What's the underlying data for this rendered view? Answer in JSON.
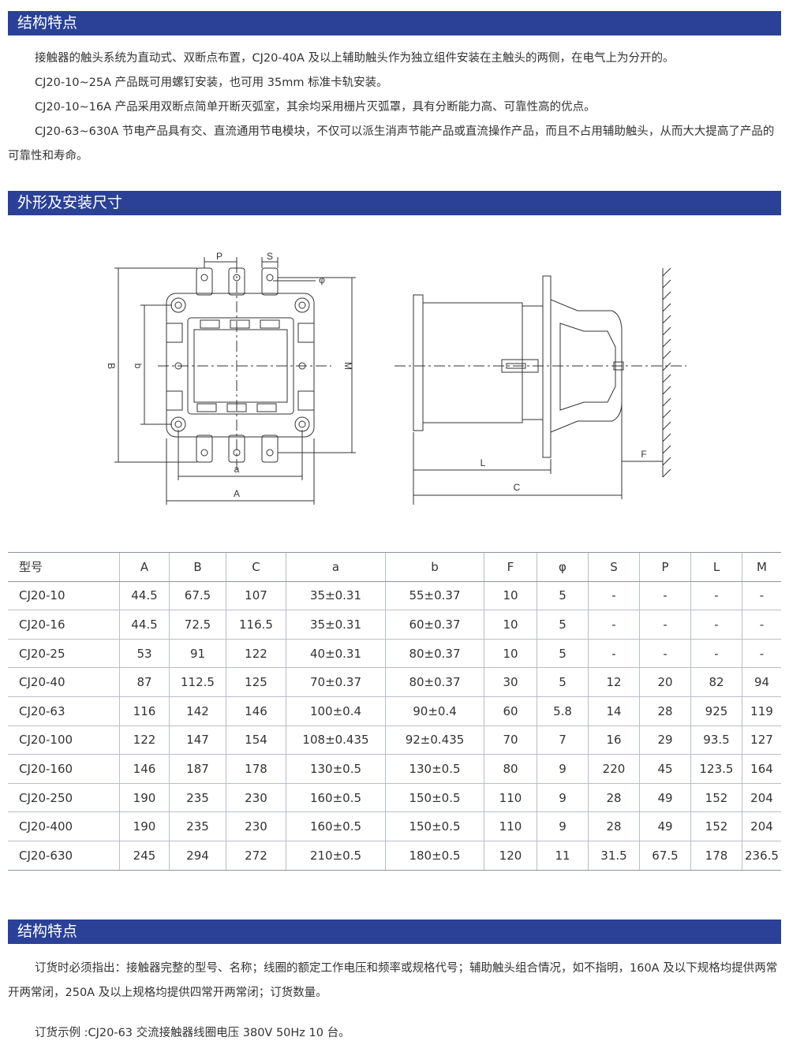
{
  "section1": {
    "title": "结构特点",
    "paragraphs": [
      "接触器的触头系统为直动式、双断点布置，CJ20-40A 及以上辅助触头作为独立组件安装在主触头的两侧，在电气上为分开的。",
      "CJ20-10~25A 产品既可用螺钉安装，也可用 35mm 标准卡轨安装。",
      "CJ20-10~16A 产品采用双断点简单开断灭弧室，其余均采用栅片灭弧罩，具有分断能力高、可靠性高的优点。",
      "CJ20-63~630A 节电产品具有交、直流通用节电模块，不仅可以派生消声节能产品或直流操作产品，而且不占用辅助触头，从而大大提高了产品的可靠性和寿命。"
    ]
  },
  "section2": {
    "title": "外形及安装尺寸"
  },
  "drawing": {
    "front": {
      "label_P": "P",
      "label_S": "S",
      "label_phi": "φ",
      "label_B": "B",
      "label_b": "b",
      "label_M": "M",
      "label_a": "a",
      "label_A": "A"
    },
    "side": {
      "label_L": "L",
      "label_C": "C",
      "label_F": "F"
    }
  },
  "table": {
    "headers": [
      "型号",
      "A",
      "B",
      "C",
      "a",
      "b",
      "F",
      "φ",
      "S",
      "P",
      "L",
      "M"
    ],
    "rows": [
      [
        "CJ20-10",
        "44.5",
        "67.5",
        "107",
        "35±0.31",
        "55±0.37",
        "10",
        "5",
        "-",
        "-",
        "-",
        "-"
      ],
      [
        "CJ20-16",
        "44.5",
        "72.5",
        "116.5",
        "35±0.31",
        "60±0.37",
        "10",
        "5",
        "-",
        "-",
        "-",
        "-"
      ],
      [
        "CJ20-25",
        "53",
        "91",
        "122",
        "40±0.31",
        "80±0.37",
        "10",
        "5",
        "-",
        "-",
        "-",
        "-"
      ],
      [
        "CJ20-40",
        "87",
        "112.5",
        "125",
        "70±0.37",
        "80±0.37",
        "30",
        "5",
        "12",
        "20",
        "82",
        "94"
      ],
      [
        "CJ20-63",
        "116",
        "142",
        "146",
        "100±0.4",
        "90±0.4",
        "60",
        "5.8",
        "14",
        "28",
        "925",
        "119"
      ],
      [
        "CJ20-100",
        "122",
        "147",
        "154",
        "108±0.435",
        "92±0.435",
        "70",
        "7",
        "16",
        "29",
        "93.5",
        "127"
      ],
      [
        "CJ20-160",
        "146",
        "187",
        "178",
        "130±0.5",
        "130±0.5",
        "80",
        "9",
        "220",
        "45",
        "123.5",
        "164"
      ],
      [
        "CJ20-250",
        "190",
        "235",
        "230",
        "160±0.5",
        "150±0.5",
        "110",
        "9",
        "28",
        "49",
        "152",
        "204"
      ],
      [
        "CJ20-400",
        "190",
        "235",
        "230",
        "160±0.5",
        "150±0.5",
        "110",
        "9",
        "28",
        "49",
        "152",
        "204"
      ],
      [
        "CJ20-630",
        "245",
        "294",
        "272",
        "210±0.5",
        "180±0.5",
        "120",
        "11",
        "31.5",
        "67.5",
        "178",
        "236.5"
      ]
    ]
  },
  "section3": {
    "title": "结构特点",
    "paragraphs": [
      "订货时必须指出：接触器完整的型号、名称；线圈的额定工作电压和频率或规格代号；辅助触头组合情况，如不指明，160A 及以下规格均提供两常开两常闭，250A 及以上规格均提供四常开两常闭；订货数量。"
    ],
    "example": "订货示例 :CJ20-63 交流接触器线圈电压 380V 50Hz 10 台。"
  }
}
